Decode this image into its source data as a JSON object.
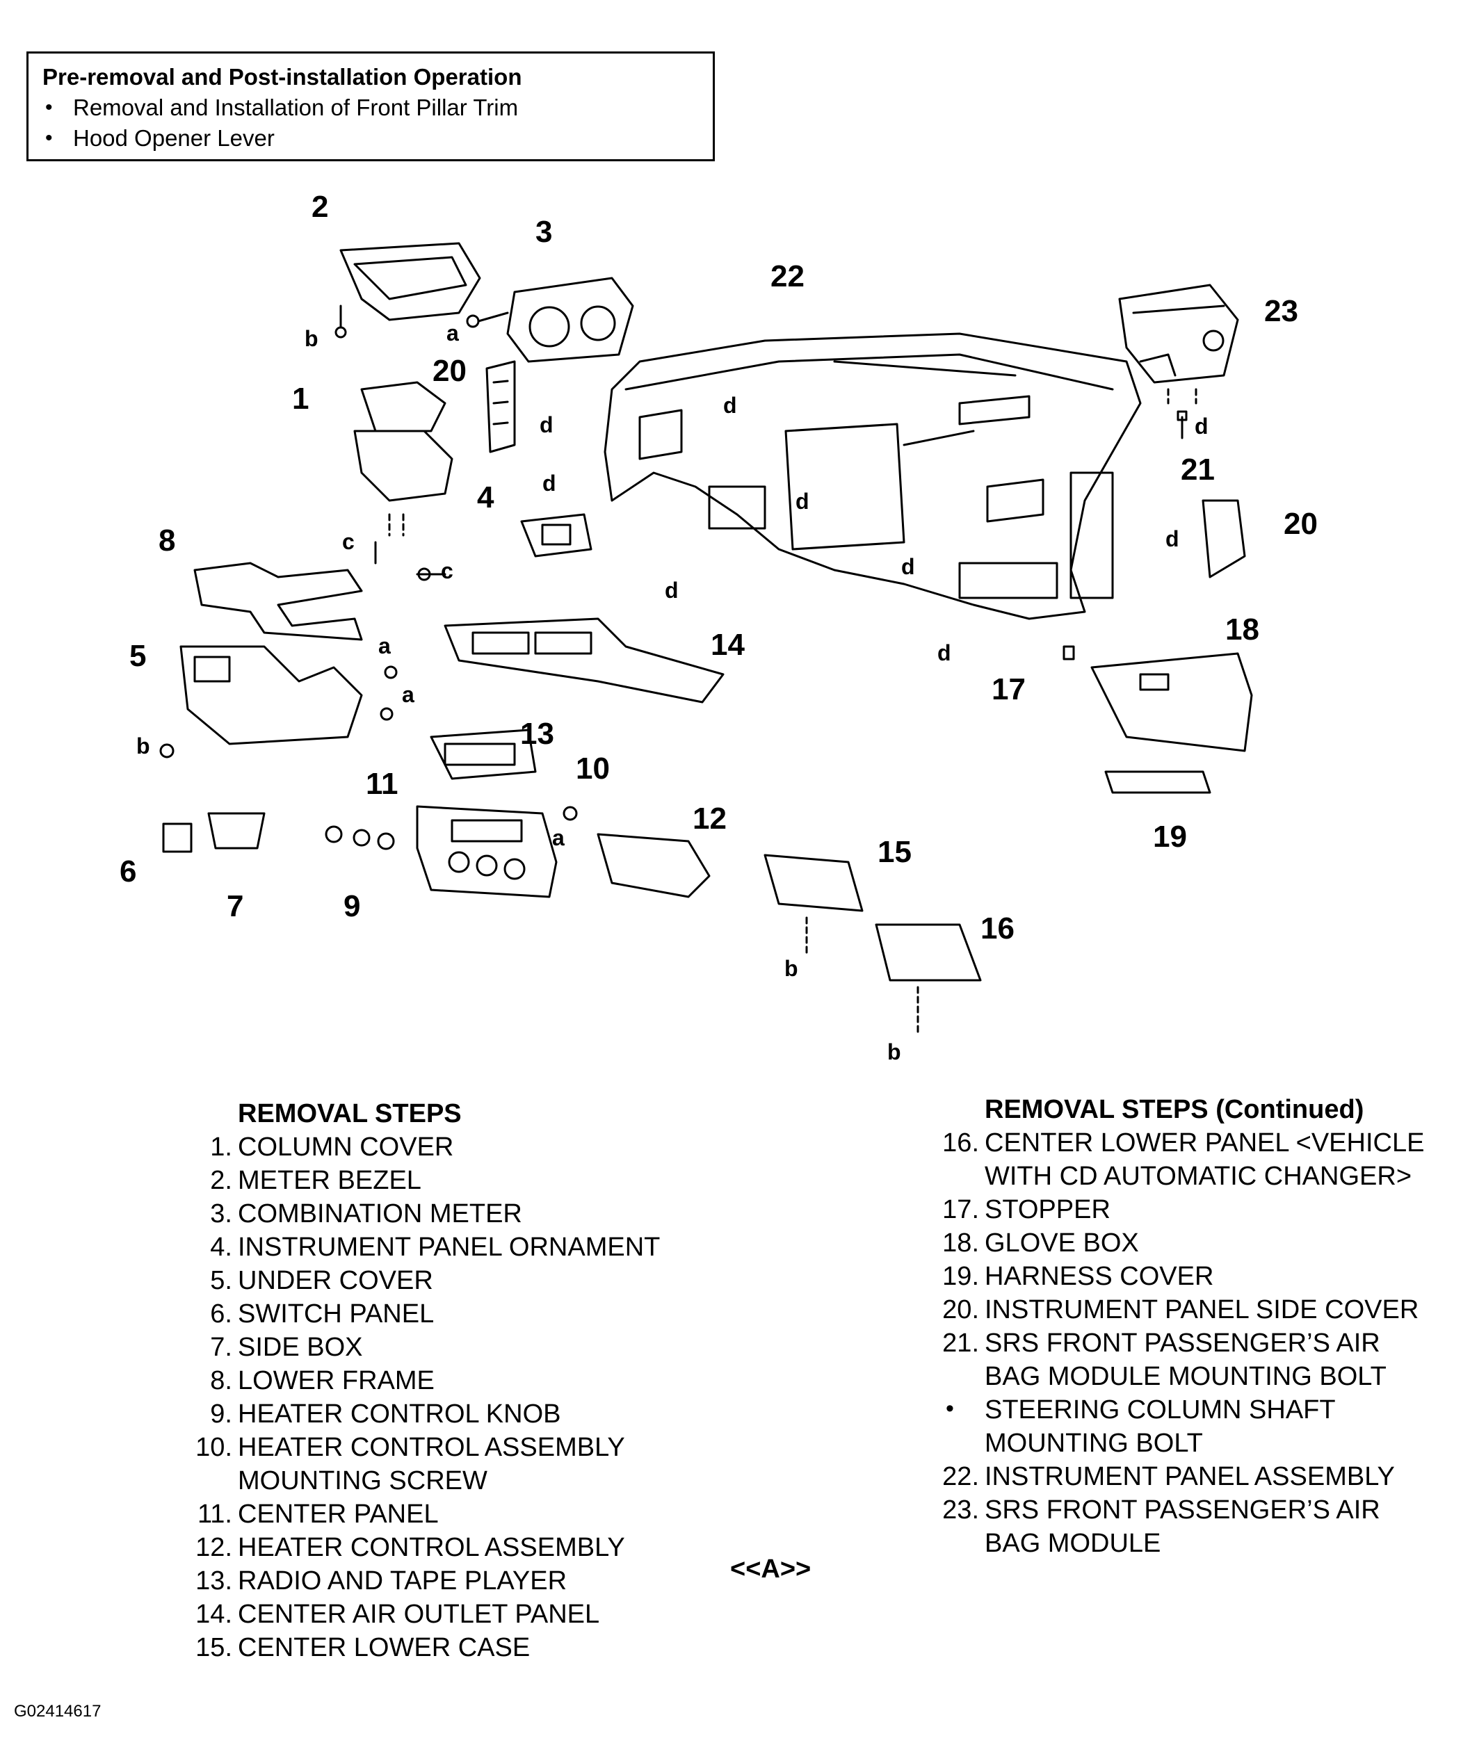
{
  "pre_operation": {
    "title": "Pre-removal and Post-installation Operation",
    "items": [
      "Removal and Installation of Front Pillar Trim",
      "Hood Opener Lever"
    ]
  },
  "callouts": [
    "1",
    "2",
    "3",
    "4",
    "5",
    "6",
    "7",
    "8",
    "9",
    "10",
    "11",
    "12",
    "13",
    "14",
    "15",
    "16",
    "17",
    "18",
    "19",
    "20",
    "21",
    "22",
    "23"
  ],
  "fastener_letters": [
    "a",
    "b",
    "c",
    "d"
  ],
  "removal_steps": {
    "heading": "REMOVAL STEPS",
    "items": [
      {
        "num": "1.",
        "text": "COLUMN COVER"
      },
      {
        "num": "2.",
        "text": "METER BEZEL"
      },
      {
        "num": "3.",
        "text": "COMBINATION METER"
      },
      {
        "num": "4.",
        "text": "INSTRUMENT PANEL ORNAMENT"
      },
      {
        "num": "5.",
        "text": "UNDER COVER"
      },
      {
        "num": "6.",
        "text": "SWITCH PANEL"
      },
      {
        "num": "7.",
        "text": "SIDE BOX"
      },
      {
        "num": "8.",
        "text": "LOWER FRAME"
      },
      {
        "num": "9.",
        "text": "HEATER CONTROL KNOB"
      },
      {
        "num": "10.",
        "text": "HEATER CONTROL ASSEMBLY"
      },
      {
        "num": "",
        "text": "MOUNTING SCREW"
      },
      {
        "num": "11.",
        "text": "CENTER PANEL"
      },
      {
        "num": "12.",
        "text": "HEATER CONTROL ASSEMBLY"
      },
      {
        "num": "13.",
        "text": "RADIO AND TAPE PLAYER"
      },
      {
        "num": "14.",
        "text": "CENTER AIR OUTLET PANEL"
      },
      {
        "num": "15.",
        "text": "CENTER LOWER CASE"
      }
    ]
  },
  "removal_steps_continued": {
    "heading": "REMOVAL STEPS (Continued)",
    "items": [
      {
        "num": "16.",
        "text": "CENTER LOWER PANEL <VEHICLE"
      },
      {
        "num": "",
        "text": "WITH CD AUTOMATIC CHANGER>"
      },
      {
        "num": "17.",
        "text": "STOPPER"
      },
      {
        "num": "18.",
        "text": "GLOVE BOX"
      },
      {
        "num": "19.",
        "text": "HARNESS COVER"
      },
      {
        "num": "20.",
        "text": "INSTRUMENT PANEL SIDE COVER"
      },
      {
        "num": "21.",
        "text": "SRS FRONT PASSENGER’S AIR"
      },
      {
        "num": "",
        "text": "BAG MODULE MOUNTING BOLT"
      },
      {
        "num": "•",
        "text": "STEERING COLUMN SHAFT"
      },
      {
        "num": "",
        "text": "MOUNTING BOLT"
      },
      {
        "num": "22.",
        "text": "INSTRUMENT PANEL ASSEMBLY"
      },
      {
        "num": "23.",
        "text": "SRS FRONT PASSENGER’S AIR"
      },
      {
        "num": "",
        "text": "BAG MODULE"
      }
    ]
  },
  "marker": "<<A>>",
  "figure_id": "G02414617"
}
